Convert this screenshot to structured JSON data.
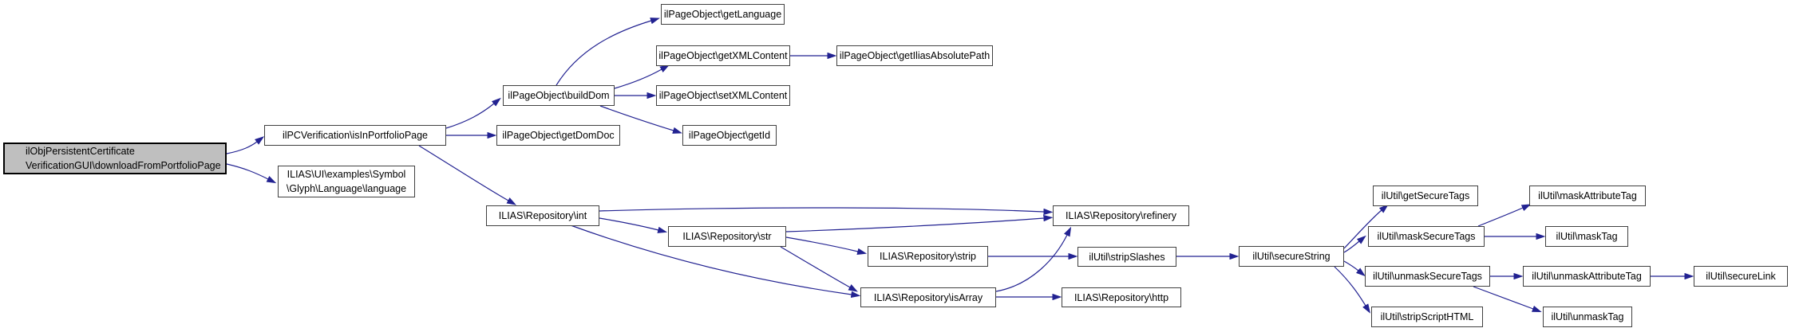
{
  "diagram": {
    "type": "call-graph",
    "colors": {
      "background": "#ffffff",
      "edge": "#222291",
      "node_border": "#404040",
      "node_fill": "#ffffff",
      "root_fill": "#bfbfbf",
      "text": "#000000"
    },
    "nodes": [
      {
        "id": "root",
        "lines": [
          "ilObjPersistentCertificate",
          "VerificationGUI\\downloadFromPortfolioPage"
        ]
      },
      {
        "id": "isInPortfolioPage",
        "label": "ilPCVerification\\isInPortfolioPage"
      },
      {
        "id": "language",
        "lines": [
          "ILIAS\\UI\\examples\\Symbol",
          "\\Glyph\\Language\\language"
        ]
      },
      {
        "id": "buildDom",
        "label": "ilPageObject\\buildDom"
      },
      {
        "id": "getDomDoc",
        "label": "ilPageObject\\getDomDoc"
      },
      {
        "id": "int",
        "label": "ILIAS\\Repository\\int"
      },
      {
        "id": "getLanguage",
        "label": "ilPageObject\\getLanguage"
      },
      {
        "id": "getXMLContent",
        "label": "ilPageObject\\getXMLContent"
      },
      {
        "id": "setXMLContent",
        "label": "ilPageObject\\setXMLContent"
      },
      {
        "id": "getId",
        "label": "ilPageObject\\getId"
      },
      {
        "id": "str",
        "label": "ILIAS\\Repository\\str"
      },
      {
        "id": "getIliasAbsolutePath",
        "label": "ilPageObject\\getIliasAbsolutePath"
      },
      {
        "id": "refinery",
        "label": "ILIAS\\Repository\\refinery"
      },
      {
        "id": "strip",
        "label": "ILIAS\\Repository\\strip"
      },
      {
        "id": "isArray",
        "label": "ILIAS\\Repository\\isArray"
      },
      {
        "id": "stripSlashes",
        "label": "ilUtil\\stripSlashes"
      },
      {
        "id": "http",
        "label": "ILIAS\\Repository\\http"
      },
      {
        "id": "secureString",
        "label": "ilUtil\\secureString"
      },
      {
        "id": "getSecureTags",
        "label": "ilUtil\\getSecureTags"
      },
      {
        "id": "maskAttributeTag",
        "label": "ilUtil\\maskAttributeTag"
      },
      {
        "id": "maskSecureTags",
        "label": "ilUtil\\maskSecureTags"
      },
      {
        "id": "maskTag",
        "label": "ilUtil\\maskTag"
      },
      {
        "id": "unmaskSecureTags",
        "label": "ilUtil\\unmaskSecureTags"
      },
      {
        "id": "unmaskAttributeTag",
        "label": "ilUtil\\unmaskAttributeTag"
      },
      {
        "id": "secureLink",
        "label": "ilUtil\\secureLink"
      },
      {
        "id": "stripScriptHTML",
        "label": "ilUtil\\stripScriptHTML"
      },
      {
        "id": "unmaskTag",
        "label": "ilUtil\\unmaskTag"
      }
    ],
    "edges": [
      {
        "from": "root",
        "to": "isInPortfolioPage"
      },
      {
        "from": "root",
        "to": "language"
      },
      {
        "from": "isInPortfolioPage",
        "to": "buildDom"
      },
      {
        "from": "isInPortfolioPage",
        "to": "getDomDoc"
      },
      {
        "from": "isInPortfolioPage",
        "to": "int"
      },
      {
        "from": "buildDom",
        "to": "getLanguage"
      },
      {
        "from": "buildDom",
        "to": "getXMLContent"
      },
      {
        "from": "buildDom",
        "to": "setXMLContent"
      },
      {
        "from": "buildDom",
        "to": "getId"
      },
      {
        "from": "getXMLContent",
        "to": "getIliasAbsolutePath"
      },
      {
        "from": "int",
        "to": "refinery"
      },
      {
        "from": "int",
        "to": "str"
      },
      {
        "from": "int",
        "to": "isArray"
      },
      {
        "from": "str",
        "to": "refinery"
      },
      {
        "from": "str",
        "to": "strip"
      },
      {
        "from": "str",
        "to": "isArray"
      },
      {
        "from": "strip",
        "to": "stripSlashes"
      },
      {
        "from": "isArray",
        "to": "refinery"
      },
      {
        "from": "isArray",
        "to": "http"
      },
      {
        "from": "stripSlashes",
        "to": "secureString"
      },
      {
        "from": "secureString",
        "to": "getSecureTags"
      },
      {
        "from": "secureString",
        "to": "maskSecureTags"
      },
      {
        "from": "secureString",
        "to": "unmaskSecureTags"
      },
      {
        "from": "secureString",
        "to": "stripScriptHTML"
      },
      {
        "from": "maskSecureTags",
        "to": "maskAttributeTag"
      },
      {
        "from": "maskSecureTags",
        "to": "maskTag"
      },
      {
        "from": "unmaskSecureTags",
        "to": "unmaskAttributeTag"
      },
      {
        "from": "unmaskSecureTags",
        "to": "unmaskTag"
      },
      {
        "from": "unmaskAttributeTag",
        "to": "secureLink"
      }
    ]
  }
}
